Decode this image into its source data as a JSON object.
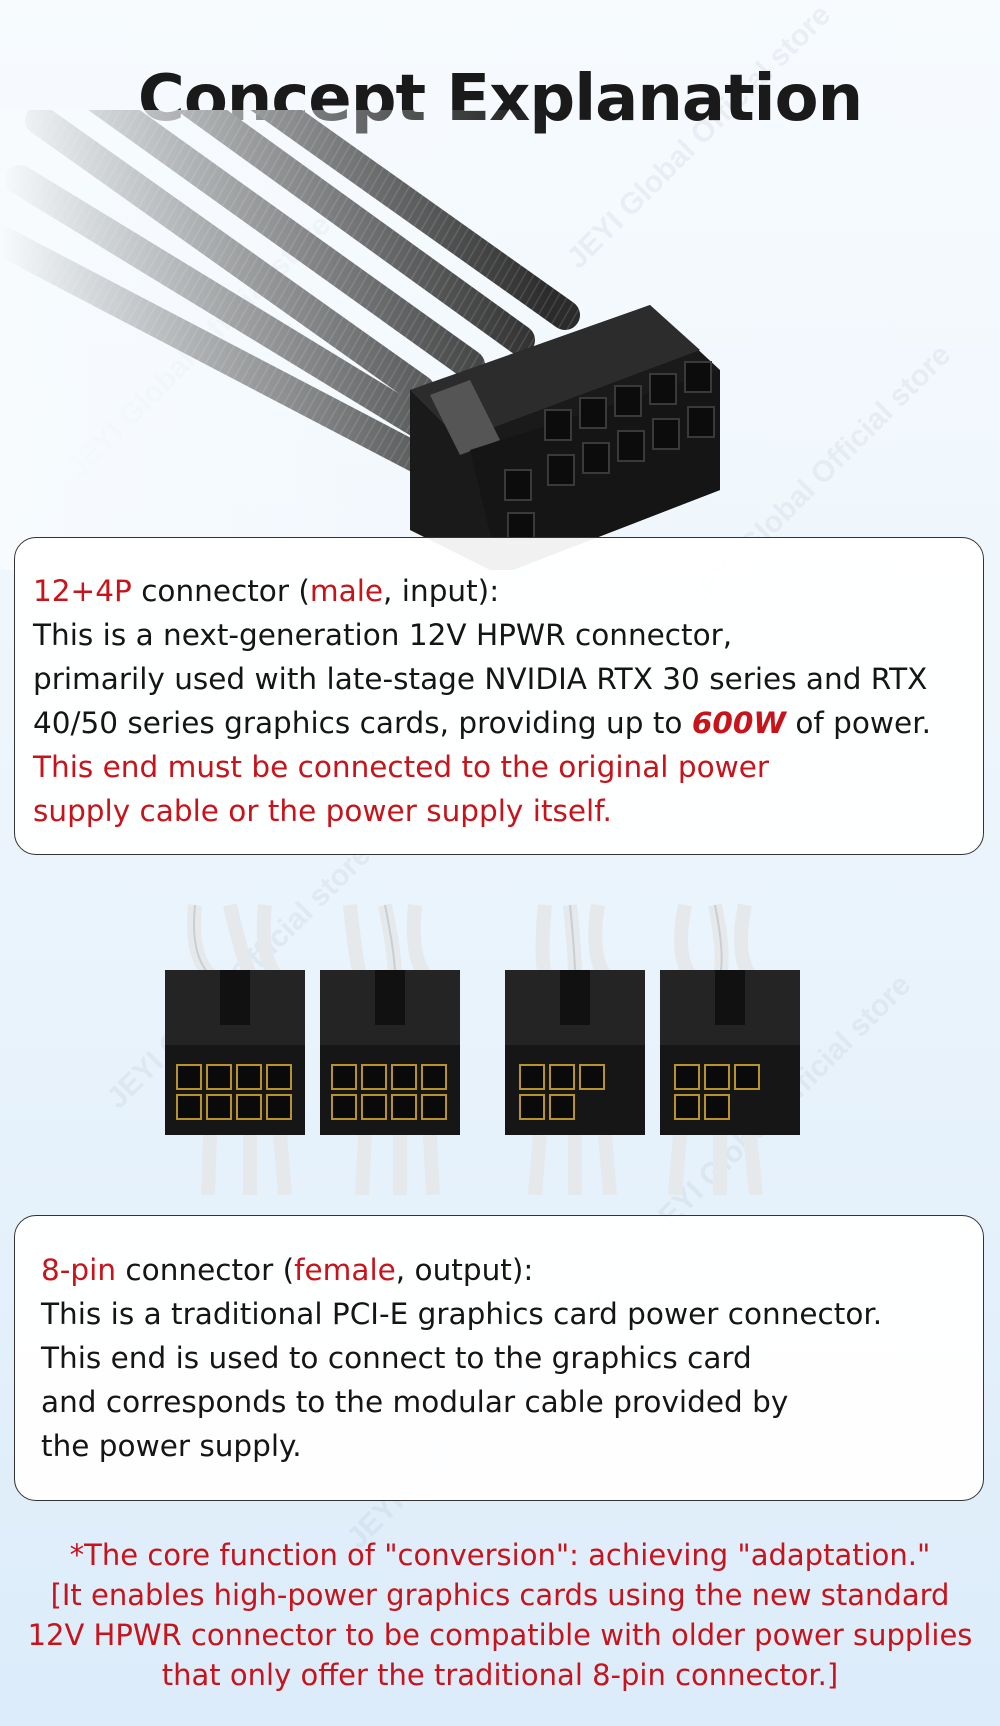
{
  "page": {
    "title": "Concept Explanation",
    "watermark": "JEYI Global Official store"
  },
  "card_input": {
    "heading": {
      "part1": "12+4P",
      "part2": " connector (",
      "part3": "male",
      "part4": ", input):"
    },
    "line1": "This is a next-generation 12V HPWR connector,",
    "line2": "primarily used with late-stage NVIDIA RTX 30 series and RTX",
    "line3": {
      "before": "40/50 series graphics cards, providing up to ",
      "highlight": "600W",
      "after": " of power."
    },
    "note_line1": "This end must be connected to the original power",
    "note_line2": "supply cable or the power supply itself."
  },
  "card_output": {
    "heading": {
      "part1": "8-pin",
      "part2": " connector (",
      "part3": "female",
      "part4": ", output):"
    },
    "line1": "This is a traditional PCI-E graphics card power connector.",
    "line2": "This end is used to connect to the graphics card",
    "line3": "and corresponds to the modular cable provided by",
    "line4": "the power supply."
  },
  "footer": {
    "line1": "*The core function of \"conversion\": achieving \"adaptation.\"",
    "line2": "[It enables high-power graphics cards using the new standard",
    "line3": "12V HPWR connector to be compatible with older power supplies",
    "line4": "that only offer the traditional 8-pin connector.]"
  },
  "colors": {
    "accent_red": "#c8131b",
    "connector_black": "#141414",
    "sleeve_black": "#2a2a2a",
    "sleeve_white": "#e9ecef"
  }
}
